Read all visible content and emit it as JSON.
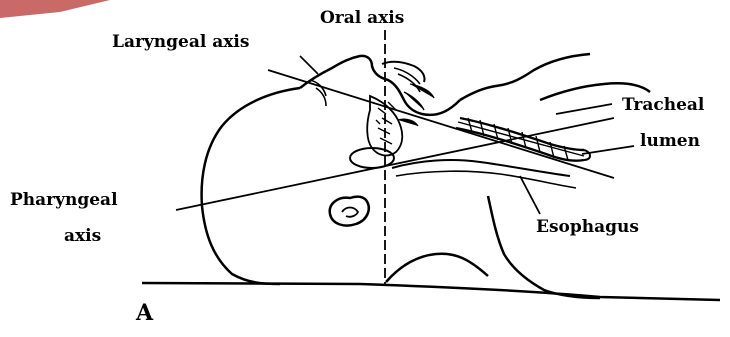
{
  "figure": {
    "labels": {
      "oral_axis": "Oral axis",
      "laryngeal_axis": "Laryngeal axis",
      "tracheal_line1": "Tracheal",
      "tracheal_line2": "lumen",
      "pharyngeal_line1": "Pharyngeal",
      "pharyngeal_line2": "axis",
      "esophagus": "Esophagus",
      "panel_letter": "A"
    },
    "colors": {
      "ink": "#000000",
      "background": "#ffffff",
      "corner_accent": "#c0504d"
    }
  }
}
